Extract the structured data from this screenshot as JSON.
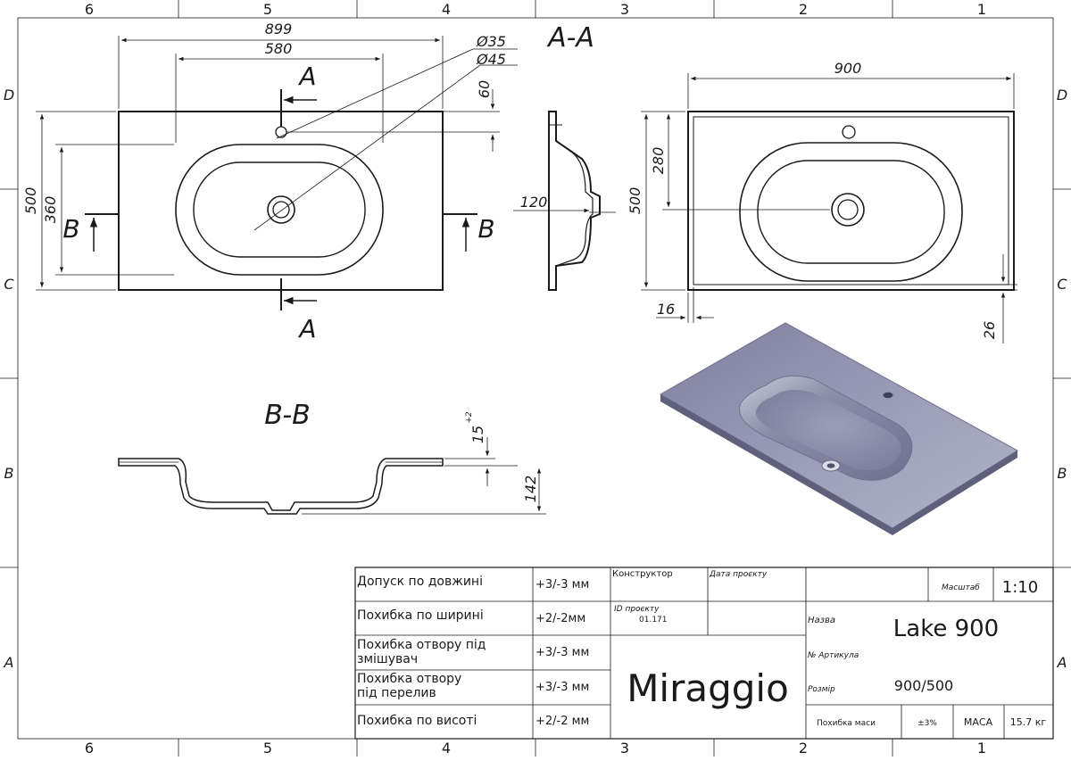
{
  "frame": {
    "columns": [
      "6",
      "5",
      "4",
      "3",
      "2",
      "1"
    ],
    "rows": [
      "D",
      "C",
      "B",
      "A"
    ]
  },
  "top_view": {
    "dim_overall_width": "899",
    "dim_bowl_width": "580",
    "dim_hole_small": "Ø35",
    "dim_hole_large": "Ø45",
    "dim_tap_offset": "60",
    "dim_overall_depth": "500",
    "dim_bowl_depth": "360",
    "section_a_label": "A",
    "section_b_label": "B"
  },
  "section_aa": {
    "title": "A-A",
    "dim_height": "120"
  },
  "right_view": {
    "dim_width": "900",
    "dim_depth": "500",
    "dim_center": "280",
    "dim_edge_left": "16",
    "dim_edge_bottom": "26"
  },
  "section_bb": {
    "title": "B-B",
    "dim_rim": "15",
    "dim_rim_tolerance": "+2",
    "dim_height": "142"
  },
  "title_block": {
    "tolerances": [
      {
        "label_1": "Допуск по довжині",
        "label_2": "",
        "value": "+3/-3 мм"
      },
      {
        "label_1": "Похибка по ширині",
        "label_2": "",
        "value": "+2/-2мм"
      },
      {
        "label_1": "Похибка отвору під",
        "label_2": "змішувач",
        "value": "+3/-3 мм"
      },
      {
        "label_1": "Похибка отвору",
        "label_2": "під перелив",
        "value": "+3/-3 мм"
      },
      {
        "label_1": "Похибка по висоті",
        "label_2": "",
        "value": "+2/-2 мм"
      }
    ],
    "designer_label": "Конструктор",
    "date_label": "Дата проєкту",
    "project_id_label": "ID проєкту",
    "project_id_value": "01.171",
    "brand": "Miraggio",
    "scale_label": "Масштаб",
    "scale_value": "1:10",
    "name_label": "Назва",
    "name_value": "Lake 900",
    "article_label": "№ Артикула",
    "article_value": "",
    "size_label": "Розмір",
    "size_value": "900/500",
    "mass_tol_label": "Похибка маси",
    "mass_tol_value": "±3%",
    "mass_label": "МАСА",
    "mass_value": "15.7 кг"
  },
  "colors": {
    "line": "#1a1a1a",
    "render_base": "#8e90a8"
  }
}
